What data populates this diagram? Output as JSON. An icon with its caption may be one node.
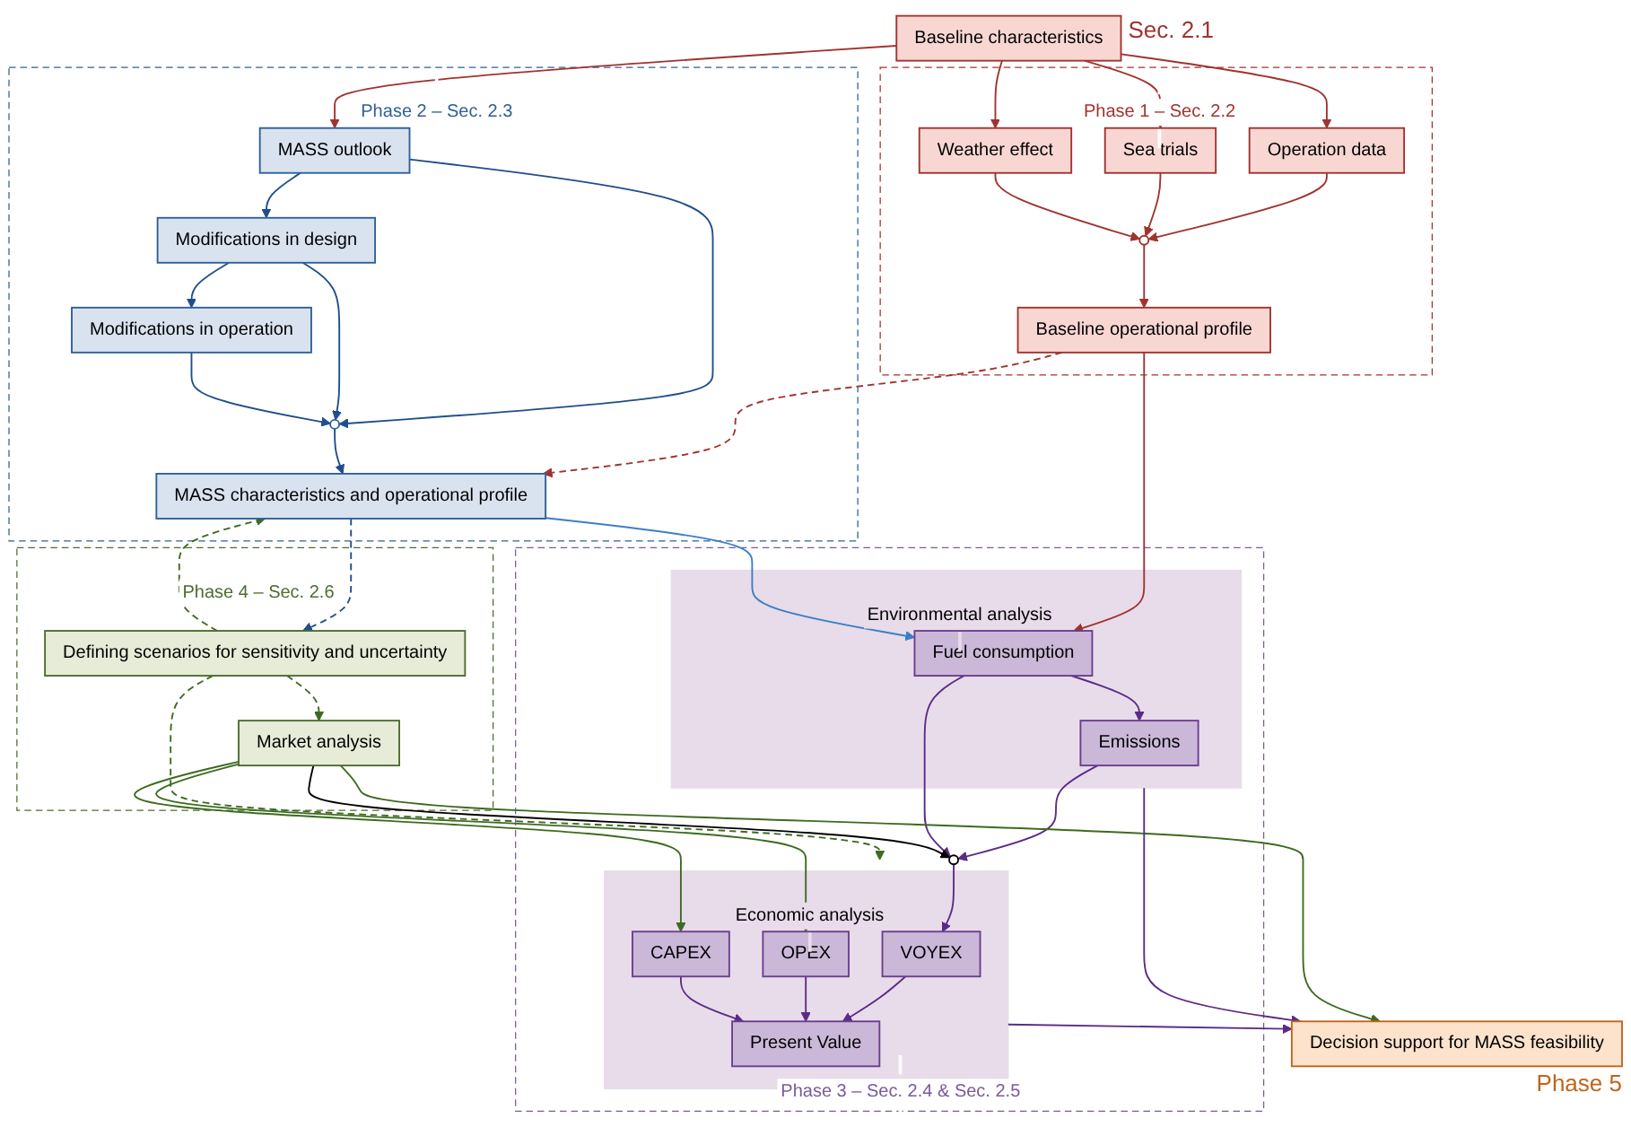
{
  "diagram": {
    "nodes": [
      {
        "text": [
          "Baseline characteristics"
        ],
        "beside": [
          "Sec. 2.1"
        ]
      },
      {
        "text": [
          "Phase 1 – Sec. 2.2"
        ]
      },
      {
        "text": [
          "Operation data"
        ],
        "in": 1
      },
      {
        "text": [
          "Sea trials"
        ],
        "in": 1
      },
      {
        "text": [
          "Weather effect"
        ],
        "in": 1
      },
      {
        "text": [],
        "shape": "circle",
        "in": 1
      },
      {
        "text": [
          "Baseline operational profile"
        ],
        "in": 1
      },
      {
        "text": [
          "Phase 2 – Sec. 2.3"
        ]
      },
      {
        "text": [
          "MASS outlook"
        ],
        "in": 7
      },
      {
        "text": [
          "Modifications in design"
        ],
        "in": 7
      },
      {
        "text": [
          "Modifications in operation"
        ],
        "in": 7
      },
      {
        "text": [],
        "shape": "circle",
        "in": 7
      },
      {
        "text": [
          "MASS characteristics and operational profile"
        ],
        "in": 7
      },
      {
        "text": [
          "Phase 3 – Sec. 2.4 & Sec. 2.5"
        ]
      },
      {
        "text": [
          "Environmental analysis"
        ],
        "in": 13
      },
      {
        "text": [
          "Emissions"
        ],
        "in": 14
      },
      {
        "text": [
          "Fuel consumption"
        ],
        "in": 14
      },
      {
        "text": [],
        "shape": "circle",
        "in": 13
      },
      {
        "text": [
          "Economic analysis"
        ],
        "in": 13
      },
      {
        "text": [
          "VOYEX"
        ],
        "in": 18
      },
      {
        "text": [
          "OPEX"
        ],
        "in": 18
      },
      {
        "text": [
          "CAPEX"
        ],
        "in": 18
      },
      {
        "text": [
          "Present Value"
        ],
        "in": 18
      },
      {
        "text": [
          "Phase 4 – Sec. 2.6"
        ]
      },
      {
        "text": [
          "Market analysis"
        ],
        "in": 23
      },
      {
        "text": [
          "Defining scenarios for sensitivity and uncertainty"
        ],
        "in": 23
      },
      {
        "text": [
          "Decision support for MASS feasibility"
        ],
        "beside": [
          "Phase 5"
        ]
      }
    ],
    "edges": [
      {
        "from": 0,
        "to": 2,
        "arrow": "to"
      },
      {
        "from": 0,
        "to": 3,
        "arrow": "to"
      },
      {
        "from": 0,
        "to": 4,
        "arrow": "to"
      },
      {
        "from": 0,
        "to": 8,
        "arrow": "to"
      },
      {
        "from": 2,
        "to": 5,
        "arrow": "to"
      },
      {
        "from": 3,
        "to": 5,
        "arrow": "to"
      },
      {
        "from": 4,
        "to": 5,
        "arrow": "to"
      },
      {
        "from": 5,
        "to": 6,
        "arrow": "to"
      },
      {
        "from": 6,
        "to": 12,
        "arrow": "to",
        "style": "dashed"
      },
      {
        "from": 6,
        "to": 16,
        "arrow": "to"
      },
      {
        "from": 8,
        "to": 9,
        "arrow": "to",
        "color": "#1f4e8c"
      },
      {
        "from": 8,
        "to": 11,
        "arrow": "to",
        "color": "#1f4e8c"
      },
      {
        "from": 9,
        "to": 11,
        "arrow": "to",
        "color": "#1f4e8c"
      },
      {
        "from": 9,
        "to": 10,
        "arrow": "to",
        "color": "#1f4e8c"
      },
      {
        "from": 10,
        "to": 11,
        "arrow": "to",
        "color": "#1f4e8c"
      },
      {
        "from": 11,
        "to": 12,
        "arrow": "to",
        "color": "#1f4e8c"
      },
      {
        "from": 12,
        "to": 16,
        "arrow": "to",
        "color": "#3a7fc4"
      },
      {
        "from": 12,
        "to": 25,
        "arrow": "to",
        "style": "dashed",
        "color": "#1f4e8c"
      },
      {
        "from": 16,
        "to": 15,
        "arrow": "to",
        "color": "#5b2a86"
      },
      {
        "from": 15,
        "to": 17,
        "arrow": "to",
        "color": "#5b2a86"
      },
      {
        "from": 16,
        "to": 17,
        "arrow": "to",
        "color": "#5b2a86"
      },
      {
        "from": 17,
        "to": 19,
        "arrow": "to",
        "color": "#5b2a86"
      },
      {
        "from": 24,
        "to": 17,
        "arrow": "to",
        "color": "#000000"
      },
      {
        "from": 24,
        "to": 20,
        "arrow": "to",
        "color": "#3d6b1f"
      },
      {
        "from": 24,
        "to": 21,
        "arrow": "to",
        "color": "#3d6b1f"
      },
      {
        "from": 19,
        "to": 22,
        "arrow": "to",
        "color": "#5b2a86"
      },
      {
        "from": 20,
        "to": 22,
        "arrow": "to",
        "color": "#5b2a86"
      },
      {
        "from": 21,
        "to": 22,
        "arrow": "to",
        "color": "#5b2a86"
      },
      {
        "from": 18,
        "to": 26,
        "arrow": "to",
        "color": "#5b2a86"
      },
      {
        "from": 14,
        "to": 26,
        "arrow": "to",
        "color": "#5b2a86"
      },
      {
        "from": 24,
        "to": 26,
        "arrow": "to",
        "color": "#3d6b1f"
      },
      {
        "from": 25,
        "to": 24,
        "arrow": "to",
        "style": "dashed",
        "color": "#3d6b1f"
      },
      {
        "from": 25,
        "to": 12,
        "arrow": "to",
        "style": "dashed",
        "color": "#3d6b1f"
      },
      {
        "from": 25,
        "to": 18,
        "arrow": "to",
        "style": "dashed",
        "color": "#3d6b1f"
      }
    ]
  }
}
